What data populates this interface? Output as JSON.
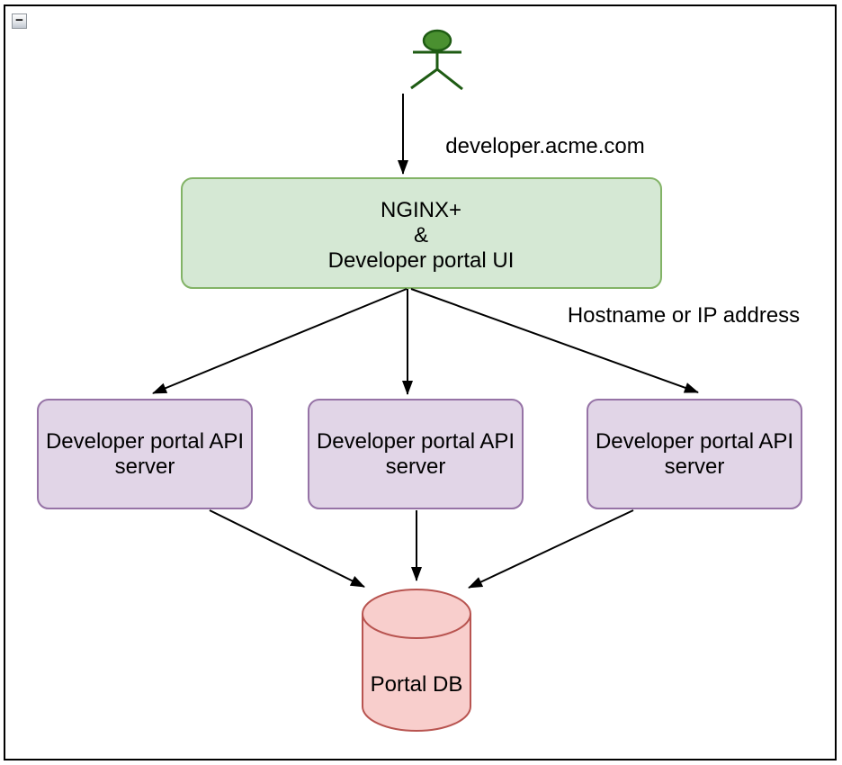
{
  "window": {
    "collapse_button_glyph": "−"
  },
  "diagram": {
    "actor": {
      "fill": "#4a9030",
      "stroke": "#1e5b13"
    },
    "edge_color": "#000000",
    "nodes": {
      "nginx": {
        "lines": [
          "NGINX+",
          "&",
          "Developer portal UI"
        ],
        "fill": "#d5e8d4",
        "stroke": "#82b366"
      },
      "api_left": {
        "lines": [
          "Developer portal API",
          "server"
        ],
        "fill": "#e1d5e7",
        "stroke": "#9673a6"
      },
      "api_middle": {
        "lines": [
          "Developer portal API",
          "server"
        ],
        "fill": "#e1d5e7",
        "stroke": "#9673a6"
      },
      "api_right": {
        "lines": [
          "Developer portal API",
          "server"
        ],
        "fill": "#e1d5e7",
        "stroke": "#9673a6"
      },
      "portal_db": {
        "label": "Portal DB",
        "fill": "#f8cecc",
        "stroke": "#b85450"
      }
    },
    "edge_labels": {
      "user_to_nginx": "developer.acme.com",
      "nginx_to_apis": "Hostname or IP address"
    }
  }
}
